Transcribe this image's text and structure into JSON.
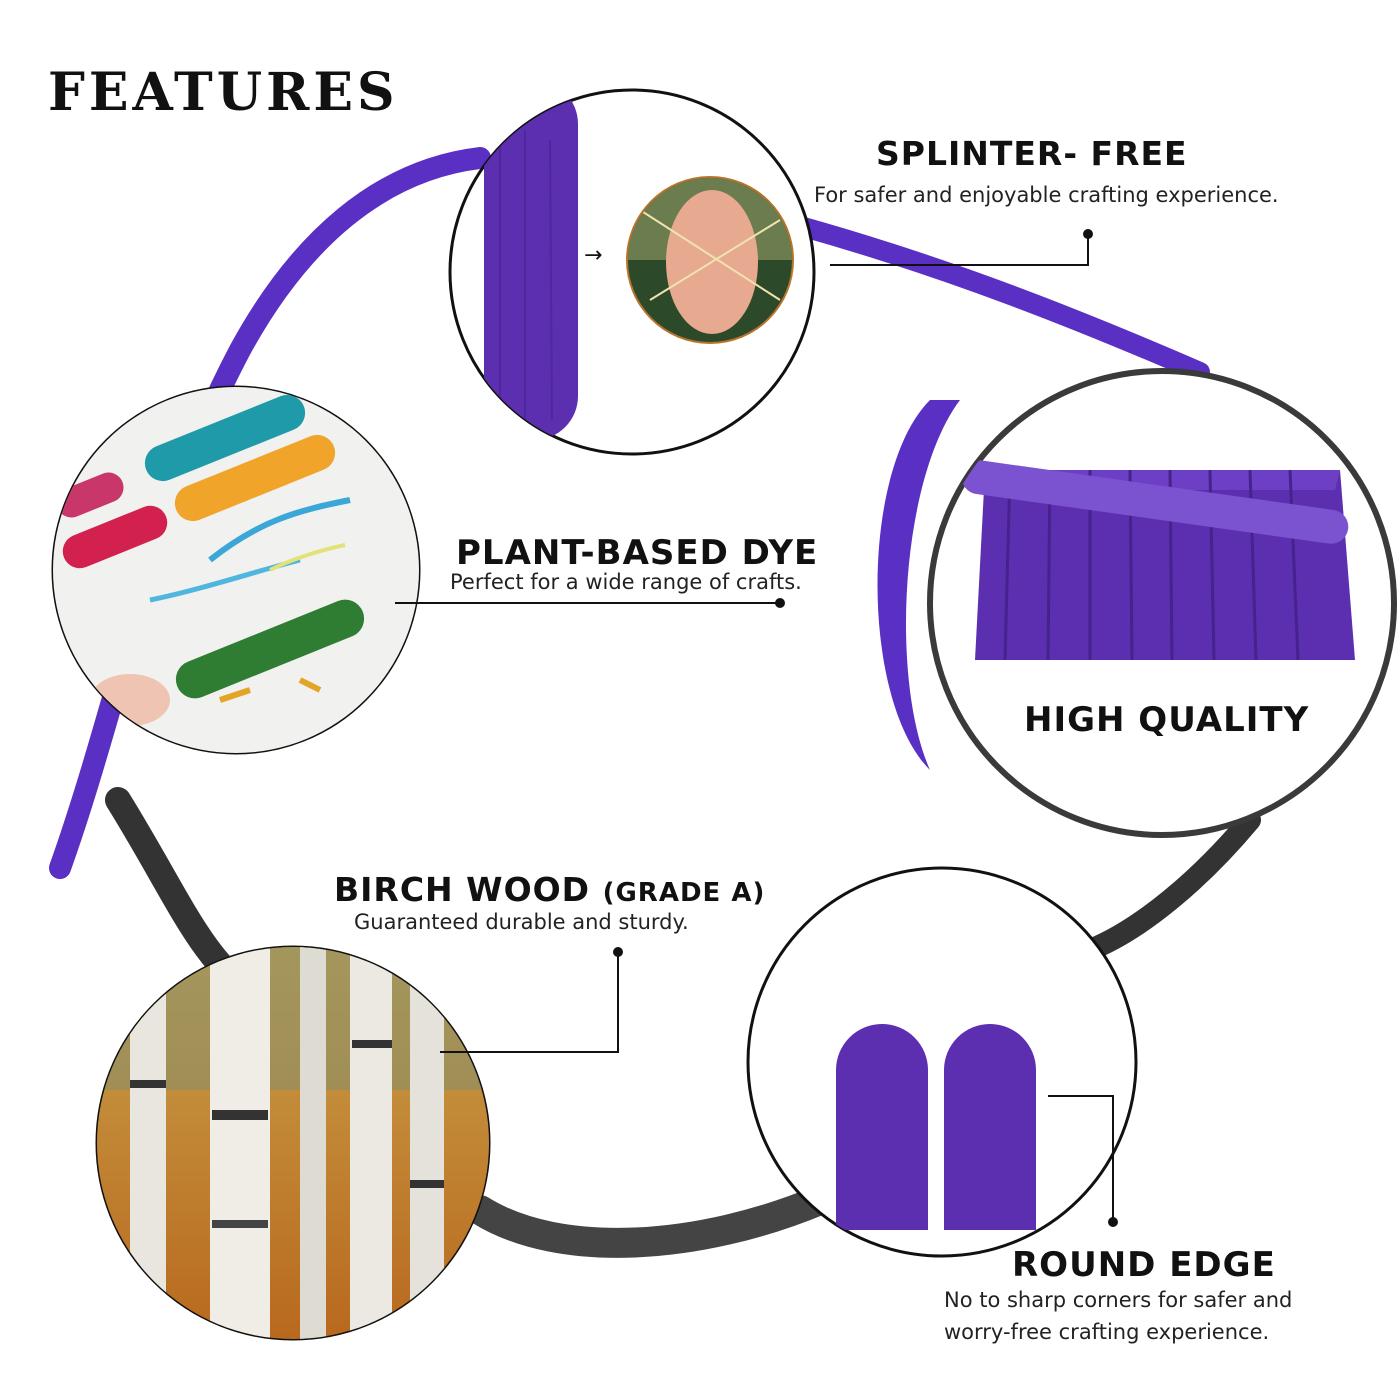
{
  "title": "FEATURES",
  "colors": {
    "accent": "#5a2fc4",
    "stick": "#5b2fb0",
    "dark": "#3a3a3a"
  },
  "features": {
    "splinter": {
      "title": "SPLINTER- FREE",
      "desc": "For safer and enjoyable crafting experience."
    },
    "dye": {
      "title": "PLANT-BASED DYE",
      "desc": "Perfect for a wide range of crafts."
    },
    "quality": {
      "title": "HIGH QUALITY"
    },
    "birch": {
      "title": "BIRCH WOOD",
      "grade": "(GRADE A)",
      "desc": "Guaranteed durable and sturdy."
    },
    "round": {
      "title": "ROUND EDGE",
      "desc_line1": "No to sharp corners for safer and",
      "desc_line2": "worry-free crafting experience."
    }
  }
}
